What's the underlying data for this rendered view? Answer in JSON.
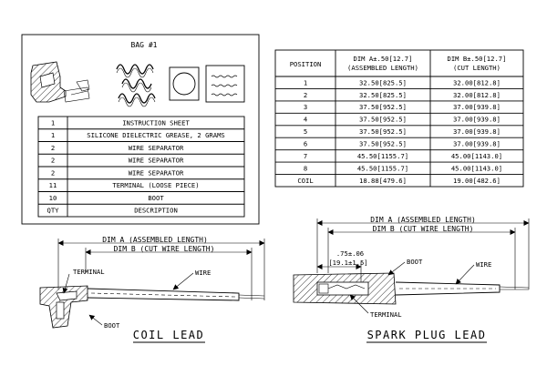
{
  "bag": {
    "title": "BAG #1",
    "contents": [
      {
        "qty": "1",
        "description": "INSTRUCTION SHEET"
      },
      {
        "qty": "1",
        "description": "SILICONE DIELECTRIC GREASE, 2 GRAMS"
      },
      {
        "qty": "2",
        "description": "WIRE SEPARATOR"
      },
      {
        "qty": "2",
        "description": "WIRE SEPARATOR"
      },
      {
        "qty": "2",
        "description": "WIRE SEPARATOR"
      },
      {
        "qty": "11",
        "description": "TERMINAL (LOOSE PIECE)"
      },
      {
        "qty": "10",
        "description": "BOOT"
      }
    ],
    "header": {
      "qty": "QTY",
      "description": "DESCRIPTION"
    }
  },
  "dim_table": {
    "col_position": "POSITION",
    "col_a": [
      "DIM A±.50[12.7]",
      "(ASSEMBLED LENGTH)"
    ],
    "col_b": [
      "DIM B±.50[12.7]",
      "(CUT LENGTH)"
    ],
    "rows": [
      {
        "pos": "1",
        "a": "32.50[825.5]",
        "b": "32.00[812.8]"
      },
      {
        "pos": "2",
        "a": "32.50[825.5]",
        "b": "32.00[812.8]"
      },
      {
        "pos": "3",
        "a": "37.50[952.5]",
        "b": "37.00[939.8]"
      },
      {
        "pos": "4",
        "a": "37.50[952.5]",
        "b": "37.00[939.8]"
      },
      {
        "pos": "5",
        "a": "37.50[952.5]",
        "b": "37.00[939.8]"
      },
      {
        "pos": "6",
        "a": "37.50[952.5]",
        "b": "37.00[939.8]"
      },
      {
        "pos": "7",
        "a": "45.50[1155.7]",
        "b": "45.00[1143.0]"
      },
      {
        "pos": "8",
        "a": "45.50[1155.7]",
        "b": "45.00[1143.0]"
      },
      {
        "pos": "COIL",
        "a": "18.88[479.6]",
        "b": "19.00[482.6]"
      }
    ]
  },
  "coil_lead": {
    "dim_a": "DIM A (ASSEMBLED LENGTH)",
    "dim_b": "DIM B (CUT WIRE LENGTH)",
    "terminal": "TERMINAL",
    "wire": "WIRE",
    "boot": "BOOT",
    "title": "COIL LEAD"
  },
  "spark_plug_lead": {
    "dim_a": "DIM A (ASSEMBLED LENGTH)",
    "dim_b": "DIM B (CUT WIRE LENGTH)",
    "strip": ".75±.06",
    "strip_mm": "[19.1±1.5]",
    "boot": "BOOT",
    "wire": "WIRE",
    "terminal": "TERMINAL",
    "title": "SPARK PLUG LEAD"
  }
}
